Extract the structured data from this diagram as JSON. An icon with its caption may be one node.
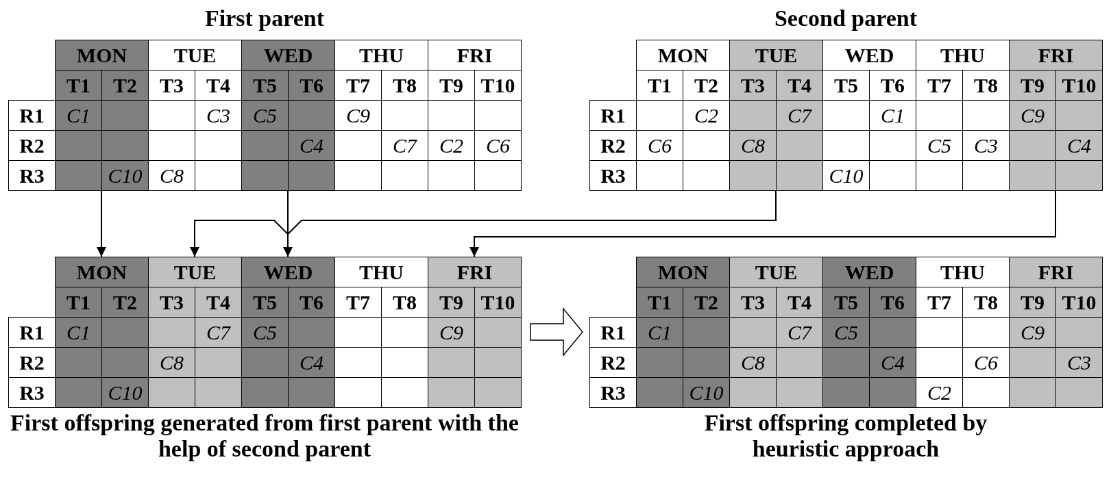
{
  "diagram": {
    "nodes": [
      {
        "text": [
          "First parent",
          "MON",
          "TUE",
          "WED",
          "THU",
          "FRI",
          "T1",
          "T2",
          "T3",
          "T4",
          "T5",
          "T6",
          "T7",
          "T8",
          "T9",
          "T10",
          "R1",
          "R2",
          "R3",
          "C1",
          "C3",
          "C5",
          "C9",
          "C4",
          "C7",
          "C2",
          "C6",
          "C10",
          "C8"
        ]
      },
      {
        "text": [
          "Second parent",
          "MON",
          "TUE",
          "WED",
          "THU",
          "FRI",
          "T1",
          "T2",
          "T3",
          "T4",
          "T5",
          "T6",
          "T7",
          "T8",
          "T9",
          "T10",
          "R1",
          "R2",
          "R3",
          "C2",
          "C7",
          "C1",
          "C9",
          "C6",
          "C8",
          "C5",
          "C3",
          "C4",
          "C10"
        ]
      },
      {
        "text": [
          "MON",
          "TUE",
          "WED",
          "THU",
          "FRI",
          "T1",
          "T2",
          "T3",
          "T4",
          "T5",
          "T6",
          "T7",
          "T8",
          "T9",
          "T10",
          "R1",
          "R2",
          "R3",
          "C1",
          "C7",
          "C5",
          "C9",
          "C8",
          "C4",
          "C10",
          "First offspring generated from first parent with the help of second parent"
        ]
      },
      {
        "text": [
          "MON",
          "TUE",
          "WED",
          "THU",
          "FRI",
          "T1",
          "T2",
          "T3",
          "T4",
          "T5",
          "T6",
          "T7",
          "T8",
          "T9",
          "T10",
          "R1",
          "R2",
          "R3",
          "C1",
          "C7",
          "C5",
          "C9",
          "C8",
          "C4",
          "C6",
          "C3",
          "C10",
          "C2",
          "First offspring completed by heuristic approach"
        ]
      }
    ],
    "edges": [
      {
        "from": 0,
        "to": 2,
        "arrow": "to"
      },
      {
        "from": 0,
        "to": 2,
        "arrow": "to"
      },
      {
        "from": 1,
        "to": 2,
        "arrow": "to"
      },
      {
        "from": 1,
        "to": 2,
        "arrow": "to"
      },
      {
        "from": 2,
        "to": 3,
        "arrow": "to"
      }
    ]
  }
}
